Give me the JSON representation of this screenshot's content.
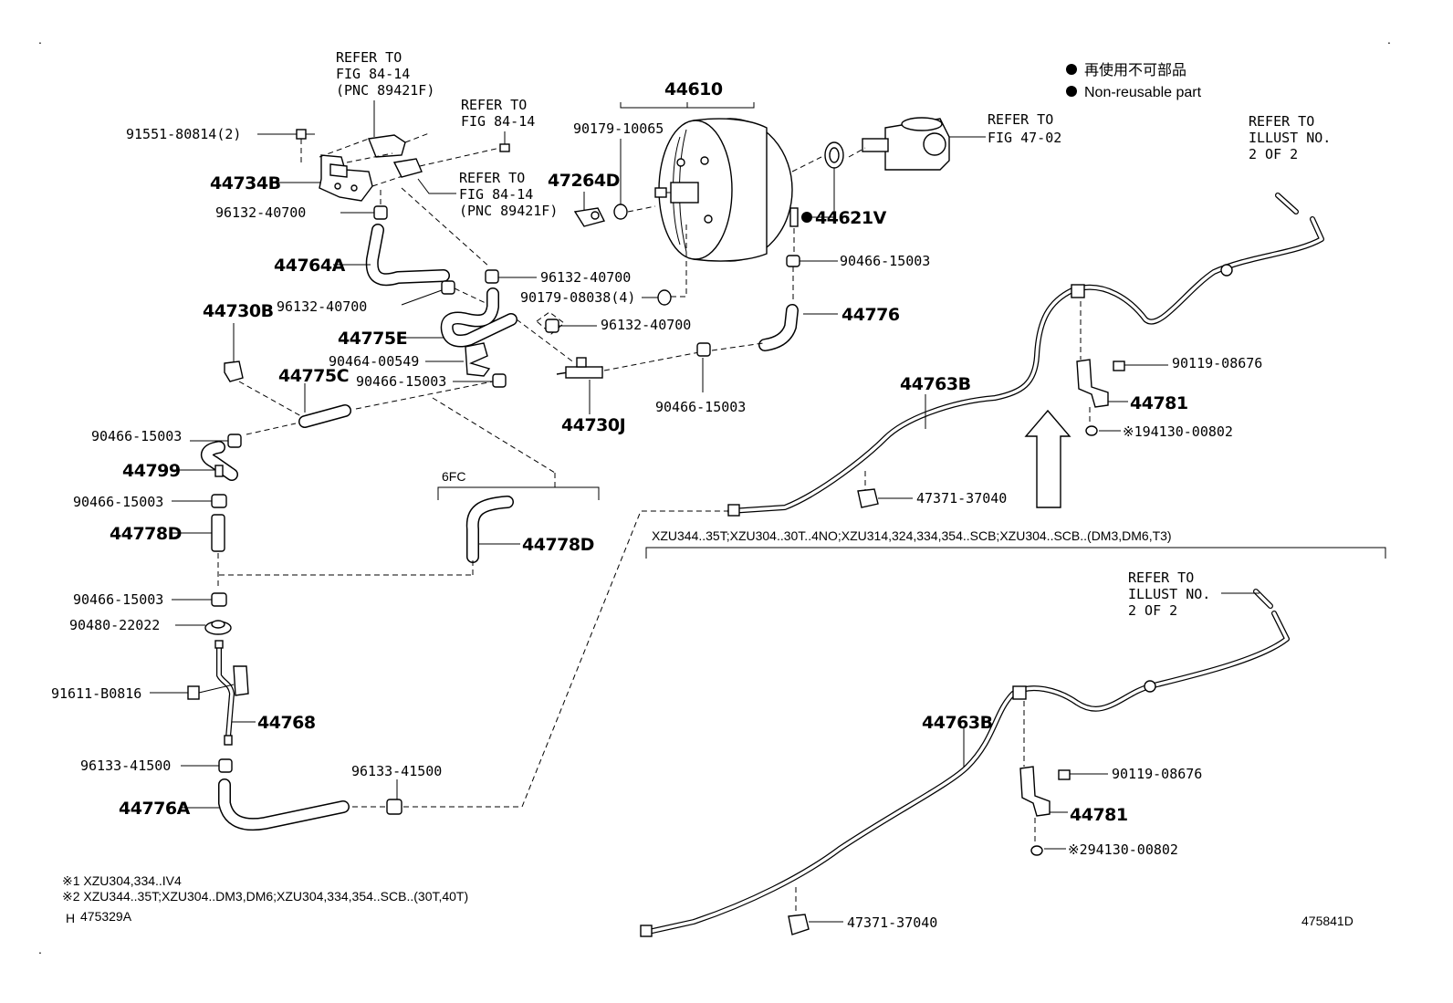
{
  "legend": {
    "ja": "再使用不可部品",
    "en": "Non-reusable part"
  },
  "refs": {
    "fig8414_a": [
      "REFER TO",
      "FIG 84-14",
      "(PNC 89421F)"
    ],
    "fig8414_b": [
      "REFER TO",
      "FIG 84-14"
    ],
    "fig8414_c": [
      "REFER TO",
      "FIG 84-14",
      "(PNC 89421F)"
    ],
    "fig4702": [
      "REFER TO",
      "FIG 47-02"
    ],
    "illust_a": [
      "REFER TO",
      "ILLUST NO.",
      "2 OF 2"
    ],
    "illust_b": [
      "REFER TO",
      "ILLUST NO.",
      "2 OF 2"
    ]
  },
  "parts": {
    "p44610": "44610",
    "p90179_10065": "90179-10065",
    "p47264D": "47264D",
    "p44621V": "44621V",
    "p90466_15003_a": "90466-15003",
    "p44776": "44776",
    "p91551": "91551-80814(2)",
    "p44734B": "44734B",
    "p96132_a": "96132-40700",
    "p44764A": "44764A",
    "p96132_b": "96132-40700",
    "p96132_c": "96132-40700",
    "p90179_08038": "90179-08038(4)",
    "p44730B": "44730B",
    "p44775E": "44775E",
    "p96132_d": "96132-40700",
    "p90464": "90464-00549",
    "p90466_b": "90466-15003",
    "p44775C": "44775C",
    "p44730J": "44730J",
    "p90466_c": "90466-15003",
    "p90466_d": "90466-15003",
    "p44799": "44799",
    "p90466_e": "90466-15003",
    "p44778D_a": "44778D",
    "p6FC": "6FC",
    "p44778D_b": "44778D",
    "p90466_f": "90466-15003",
    "p90480": "90480-22022",
    "p91611": "91611-B0816",
    "p44768": "44768",
    "p96133_a": "96133-41500",
    "p96133_b": "96133-41500",
    "p44776A": "44776A",
    "p44763B_a": "44763B",
    "p90119_a": "90119-08676",
    "p44781_a": "44781",
    "p194130": "※194130-00802",
    "p47371_a": "47371-37040",
    "p44763B_b": "44763B",
    "p90119_b": "90119-08676",
    "p44781_b": "44781",
    "p294130": "※294130-00802",
    "p47371_b": "47371-37040"
  },
  "variant_header": "XZU344..35T;XZU304..30T..4NO;XZU314,324,334,354..SCB;XZU304..SCB..(DM3,DM6,T3)",
  "notes": {
    "n1": "※1 XZU304,334..IV4",
    "n2": "※2 XZU344..35T;XZU304..DM3,DM6;XZU304,334,354..SCB..(30T,40T)",
    "illus_left": "475329A",
    "illus_left_prefix": "H",
    "illus_right": "475841D"
  }
}
